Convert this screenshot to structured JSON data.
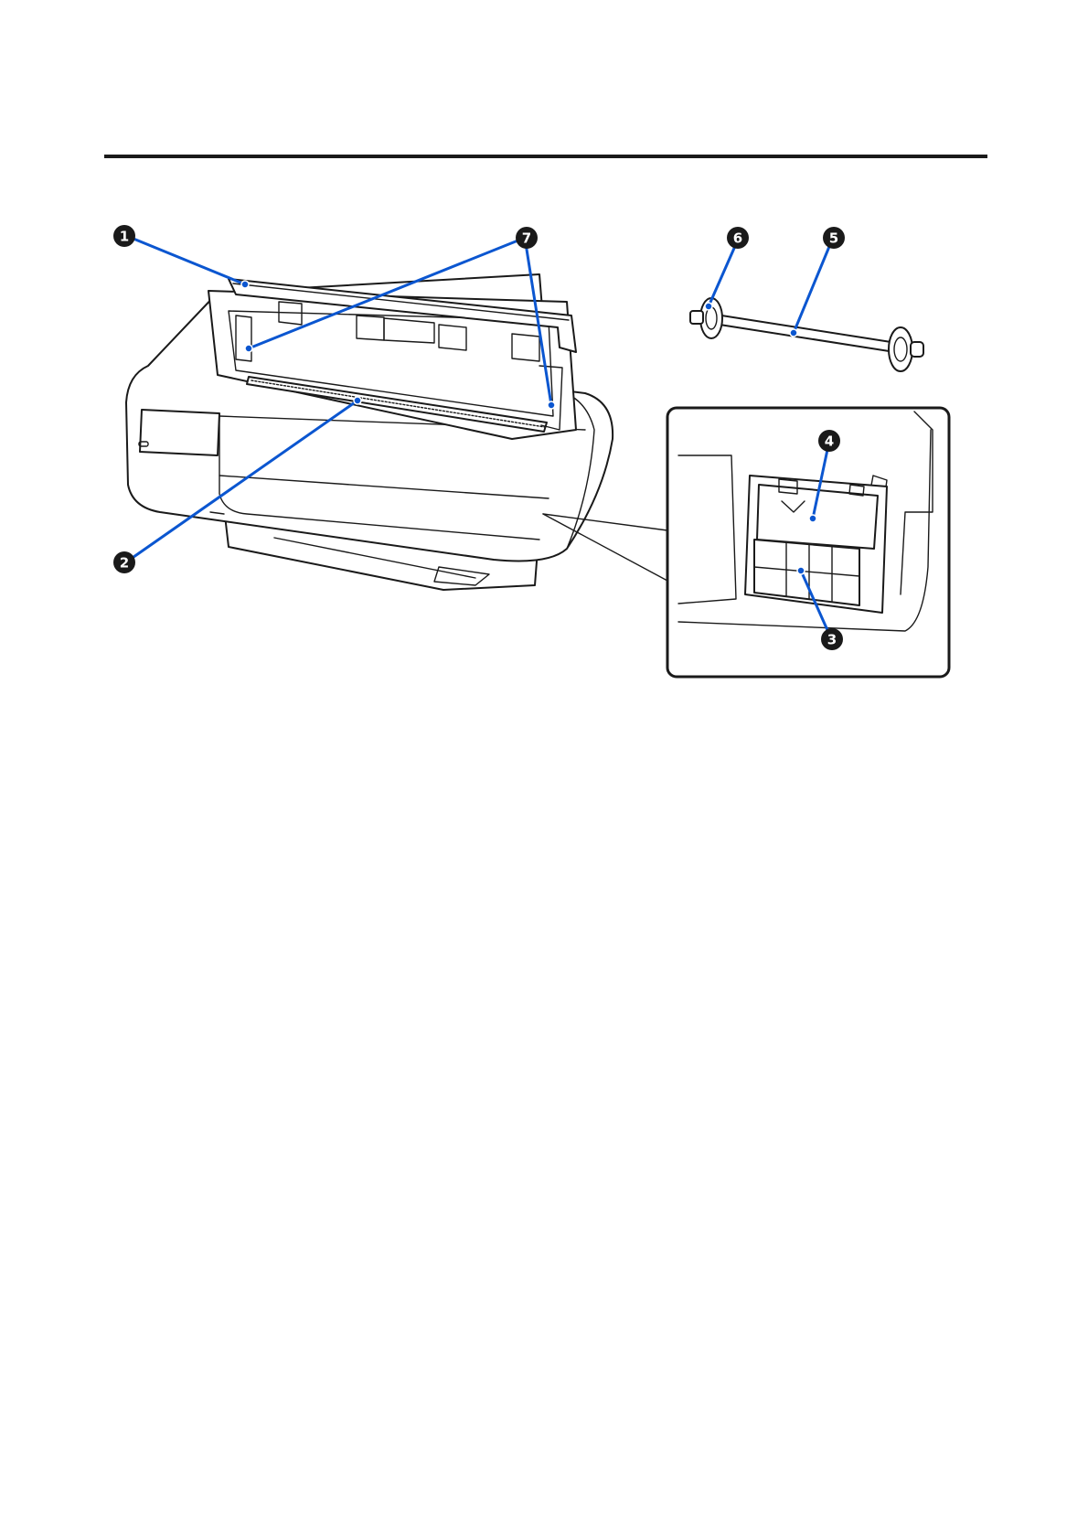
{
  "callouts": [
    {
      "id": "callout-1",
      "label": "1"
    },
    {
      "id": "callout-2",
      "label": "2"
    },
    {
      "id": "callout-3",
      "label": "3"
    },
    {
      "id": "callout-4",
      "label": "4"
    },
    {
      "id": "callout-5",
      "label": "5"
    },
    {
      "id": "callout-6",
      "label": "6"
    },
    {
      "id": "callout-7",
      "label": "7"
    }
  ],
  "colors": {
    "leader": "#0b56d0",
    "callout_fill": "#1a1a1a",
    "outline": "#1a1a1a"
  }
}
